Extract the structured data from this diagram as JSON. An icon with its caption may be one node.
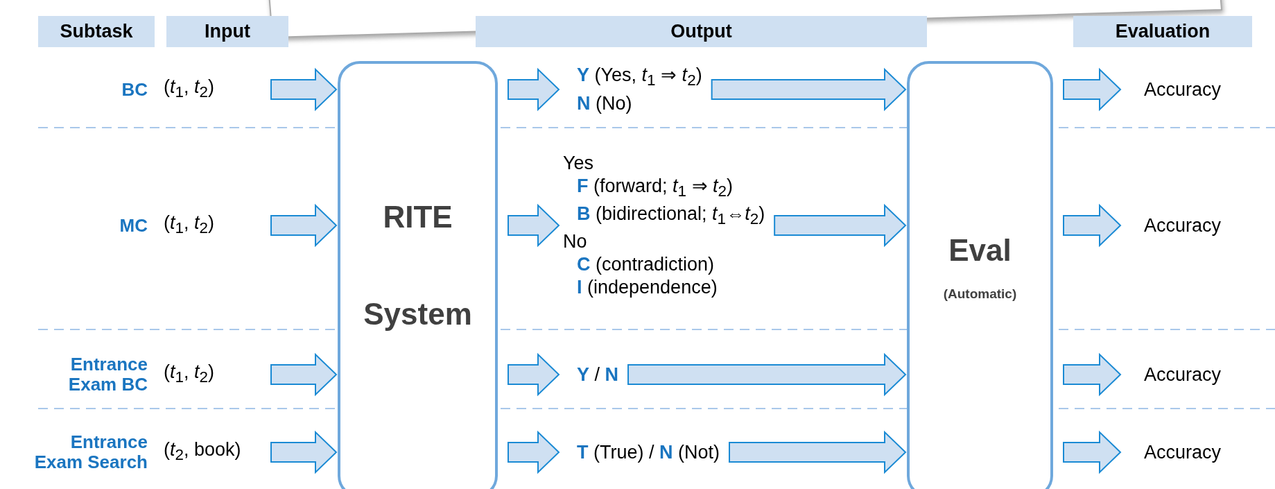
{
  "diagram": {
    "nodes": [
      {
        "text": [],
        "shape": "box"
      },
      {
        "text": [
          "Subtask"
        ]
      },
      {
        "text": [
          "Input"
        ]
      },
      {
        "text": [
          "Output"
        ]
      },
      {
        "text": [
          "Evaluation"
        ]
      },
      {
        "text": [
          "RITE System"
        ]
      },
      {
        "text": [
          "Eval",
          "(Automatic)"
        ]
      },
      {
        "text": [
          "(*t*$_{1}$, *t*$_{2}$)"
        ]
      },
      {
        "text": [
          "**Y** (Yes, *t*$_{1}$ ⇒ *t*$_{2}$)",
          "**N** (No)"
        ]
      },
      {
        "text": [
          "Accuracy"
        ]
      },
      {
        "text": [
          "(*t*$_{1}$, *t*$_{2}$)"
        ]
      },
      {
        "text": [
          "Yes",
          "**F** (forward; *t*$_{1}$ ⇒ *t*$_{2}$)",
          "**B** (bidirectional; *t*$_{1}$⇔*t*$_{2}$)",
          "No",
          "**C** (contradiction)",
          "**I** (independence)"
        ]
      },
      {
        "text": [
          "Accuracy"
        ]
      },
      {
        "text": [
          "(*t*$_{1}$, *t*$_{2}$)"
        ]
      },
      {
        "text": [
          "**Y** / **N**"
        ]
      },
      {
        "text": [
          "Accuracy"
        ]
      },
      {
        "text": [
          "(*t*$_{2}$, book)"
        ]
      },
      {
        "text": [
          "**T** (True) / **N** (Not)"
        ]
      },
      {
        "text": [
          "Accuracy"
        ]
      }
    ],
    "edges": [
      {
        "from": 7,
        "to": 5,
        "arrow": "to",
        "style": "thick"
      },
      {
        "from": 5,
        "to": 8,
        "arrow": "to",
        "style": "thick"
      },
      {
        "from": 8,
        "to": 6,
        "arrow": "to",
        "style": "thick"
      },
      {
        "from": 6,
        "to": 9,
        "arrow": "to",
        "style": "thick"
      },
      {
        "from": 10,
        "to": 5,
        "arrow": "to",
        "style": "thick"
      },
      {
        "from": 5,
        "to": 11,
        "arrow": "to",
        "style": "thick"
      },
      {
        "from": 11,
        "to": 6,
        "arrow": "to",
        "style": "thick"
      },
      {
        "from": 6,
        "to": 12,
        "arrow": "to",
        "style": "thick"
      },
      {
        "from": 13,
        "to": 5,
        "arrow": "to",
        "style": "thick"
      },
      {
        "from": 5,
        "to": 14,
        "arrow": "to",
        "style": "thick"
      },
      {
        "from": 14,
        "to": 6,
        "arrow": "to",
        "style": "thick"
      },
      {
        "from": 6,
        "to": 15,
        "arrow": "to",
        "style": "thick"
      },
      {
        "from": 16,
        "to": 5,
        "arrow": "to",
        "style": "thick"
      },
      {
        "from": 5,
        "to": 17,
        "arrow": "to",
        "style": "thick"
      },
      {
        "from": 17,
        "to": 6,
        "arrow": "to",
        "style": "thick"
      },
      {
        "from": 6,
        "to": 18,
        "arrow": "to",
        "style": "thick"
      }
    ],
    "labels": [
      "BC",
      "MC",
      "Entrance Exam BC",
      "Entrance Exam Search"
    ]
  }
}
